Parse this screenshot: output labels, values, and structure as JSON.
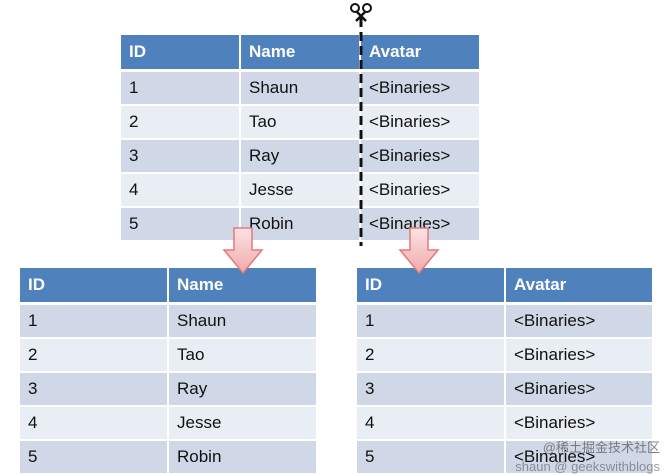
{
  "top_table": {
    "headers": [
      "ID",
      "Name",
      "Avatar"
    ],
    "rows": [
      [
        "1",
        "Shaun",
        "<Binaries>"
      ],
      [
        "2",
        "Tao",
        "<Binaries>"
      ],
      [
        "3",
        "Ray",
        "<Binaries>"
      ],
      [
        "4",
        "Jesse",
        "<Binaries>"
      ],
      [
        "5",
        "Robin",
        "<Binaries>"
      ]
    ]
  },
  "left_table": {
    "headers": [
      "ID",
      "Name"
    ],
    "rows": [
      [
        "1",
        "Shaun"
      ],
      [
        "2",
        "Tao"
      ],
      [
        "3",
        "Ray"
      ],
      [
        "4",
        "Jesse"
      ],
      [
        "5",
        "Robin"
      ]
    ]
  },
  "right_table": {
    "headers": [
      "ID",
      "Avatar"
    ],
    "rows": [
      [
        "1",
        "<Binaries>"
      ],
      [
        "2",
        "<Binaries>"
      ],
      [
        "3",
        "<Binaries>"
      ],
      [
        "4",
        "<Binaries>"
      ],
      [
        "5",
        "<Binaries>"
      ]
    ]
  },
  "colors": {
    "header": "#4f81bd",
    "row_odd": "#d0d8e8",
    "row_even": "#e9edf4",
    "arrow_fill": "#f4b8b8",
    "arrow_stroke": "#e07a7a"
  },
  "icons": [
    "scissors-icon",
    "down-arrow-icon"
  ],
  "watermark": {
    "line1": "@稀土掘金技术社区",
    "line2": "shaun @ geekswithblogs"
  }
}
